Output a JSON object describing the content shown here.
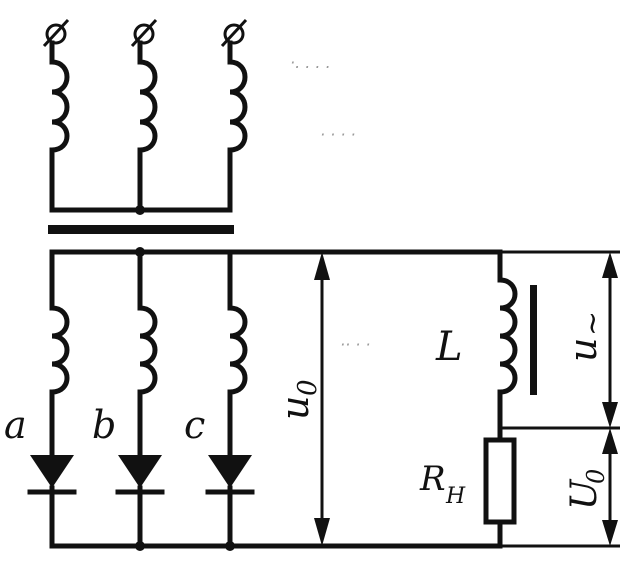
{
  "labels": {
    "phase_a": "a",
    "phase_b": "b",
    "phase_c": "c",
    "inductor": "L",
    "resistor_main": "R",
    "resistor_sub": "H",
    "u0_left_main": "u",
    "u0_left_sub": "0",
    "u_ripple_main": "u",
    "u_ripple_sub": "~",
    "u0_right_main": "U",
    "u0_right_sub": "0"
  }
}
